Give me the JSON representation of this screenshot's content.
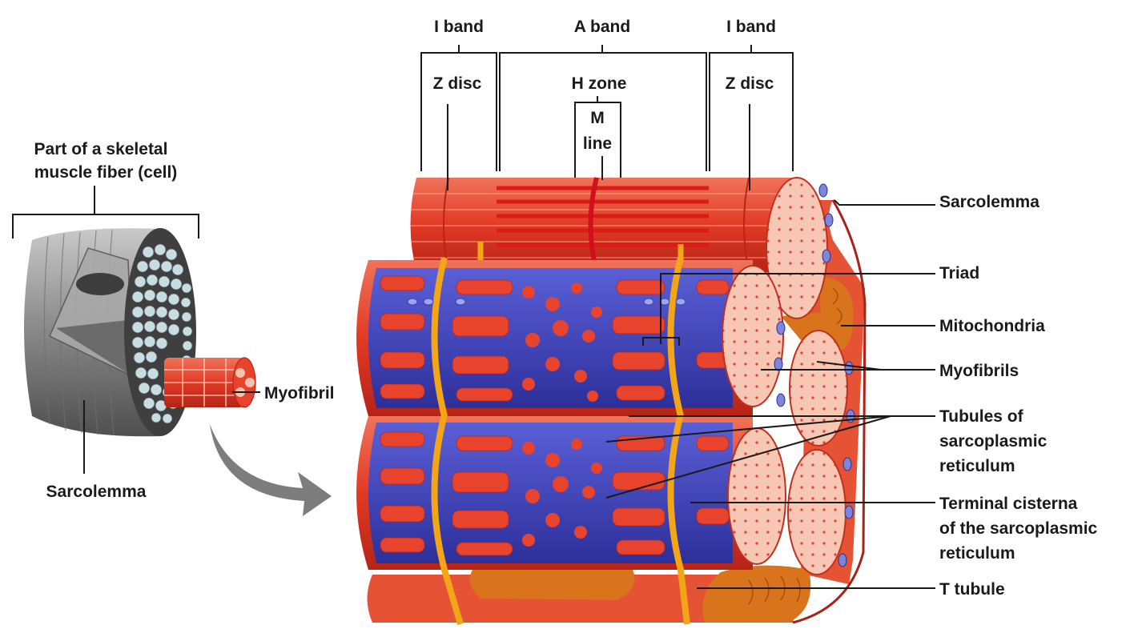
{
  "labels": {
    "i_band_left": "I band",
    "a_band": "A band",
    "i_band_right": "I band",
    "z_disc_left": "Z disc",
    "h_zone": "H zone",
    "m_line_1": "M",
    "m_line_2": "line",
    "z_disc_right": "Z disc",
    "fiber_1": "Part of a skeletal",
    "fiber_2": "muscle fiber (cell)",
    "myofibril": "Myofibril",
    "sarcolemma_left": "Sarcolemma",
    "sarcolemma_right": "Sarcolemma",
    "triad": "Triad",
    "mitochondria": "Mitochondria",
    "myofibrils": "Myofibrils",
    "tubules_1": "Tubules of",
    "tubules_2": "sarcoplasmic",
    "tubules_3": "reticulum",
    "cisterna_1": "Terminal cisterna",
    "cisterna_2": "of the sarcoplasmic",
    "cisterna_3": "reticulum",
    "t_tubule": "T tubule"
  },
  "colors": {
    "muscle_red": "#e8442d",
    "muscle_dark": "#b8261a",
    "band_red": "#e0261e",
    "sr_blue": "#3d3fb8",
    "sr_light": "#6f74e0",
    "t_tubule_yellow": "#f2a516",
    "fibril_pink": "#f6c2ad",
    "mito_orange": "#d9741d",
    "fiber_gray": "#8a8a8a"
  }
}
